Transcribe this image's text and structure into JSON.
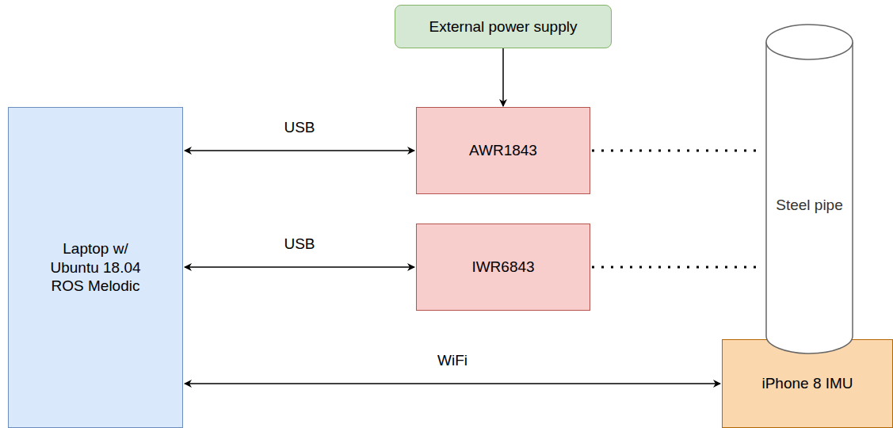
{
  "diagram": {
    "nodes": [
      {
        "text": [
          "External power supply"
        ]
      },
      {
        "text": [
          "Laptop w/ Ubuntu 18.04 ROS Melodic"
        ]
      },
      {
        "text": [
          "AWR1843"
        ]
      },
      {
        "text": [
          "IWR6843"
        ]
      },
      {
        "text": [
          "Steel pipe"
        ]
      },
      {
        "text": [
          "iPhone 8 IMU"
        ]
      }
    ],
    "edges": [
      {
        "from": 0,
        "to": 2,
        "arrow": "to"
      },
      {
        "from": 1,
        "to": 2,
        "label": "USB",
        "arrow": "both"
      },
      {
        "from": 1,
        "to": 3,
        "label": "USB",
        "arrow": "both"
      },
      {
        "from": 1,
        "to": 5,
        "label": "WiFi",
        "arrow": "both"
      },
      {
        "from": 2,
        "to": 4,
        "arrow": "none"
      },
      {
        "from": 3,
        "to": 4,
        "arrow": "none"
      }
    ]
  }
}
